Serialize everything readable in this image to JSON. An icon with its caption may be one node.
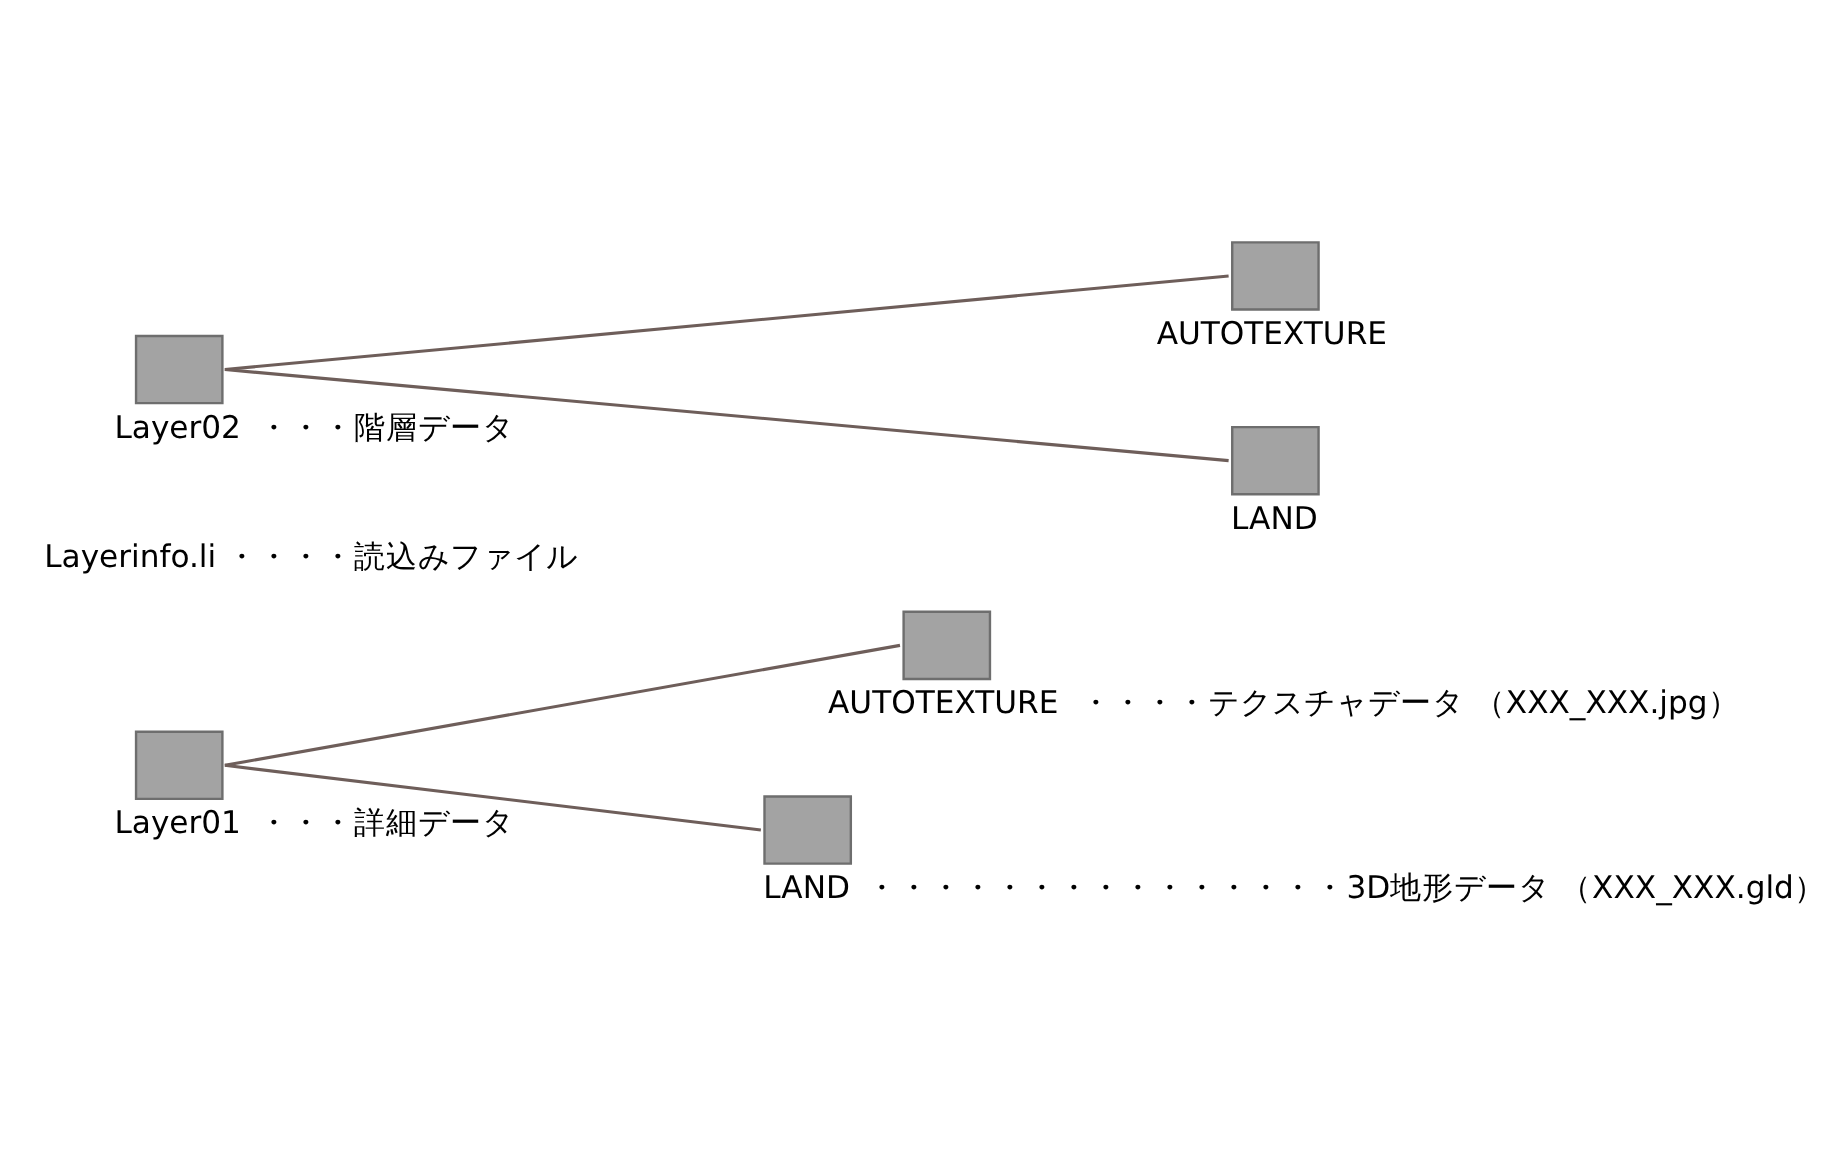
{
  "diagram": {
    "nodes": [
      {
        "text": [
          "Layer01"
        ],
        "beside": [
          "・・・詳細データ"
        ]
      },
      {
        "text": [
          "AUTOTEXTURE"
        ],
        "beside": [
          "・・・・テクスチャデータ （XXX_XXX.jpg）"
        ]
      },
      {
        "text": [
          "LAND"
        ],
        "beside": [
          "・・・・・・・・・・・・・・・3D地形データ （XXX_XXX.gld）"
        ]
      },
      {
        "text": [
          "Layer02"
        ],
        "beside": [
          "・・・階層データ"
        ]
      },
      {
        "text": [
          "AUTOTEXTURE"
        ]
      },
      {
        "text": [
          "LAND"
        ]
      }
    ],
    "edges": [
      {
        "from": 0,
        "to": 1,
        "arrow": "none"
      },
      {
        "from": 0,
        "to": 2,
        "arrow": "none"
      },
      {
        "from": 3,
        "to": 4,
        "arrow": "none"
      },
      {
        "from": 3,
        "to": 5,
        "arrow": "none"
      }
    ],
    "labels": [
      "Layerinfo.li ・・・・読込みファイル"
    ]
  }
}
